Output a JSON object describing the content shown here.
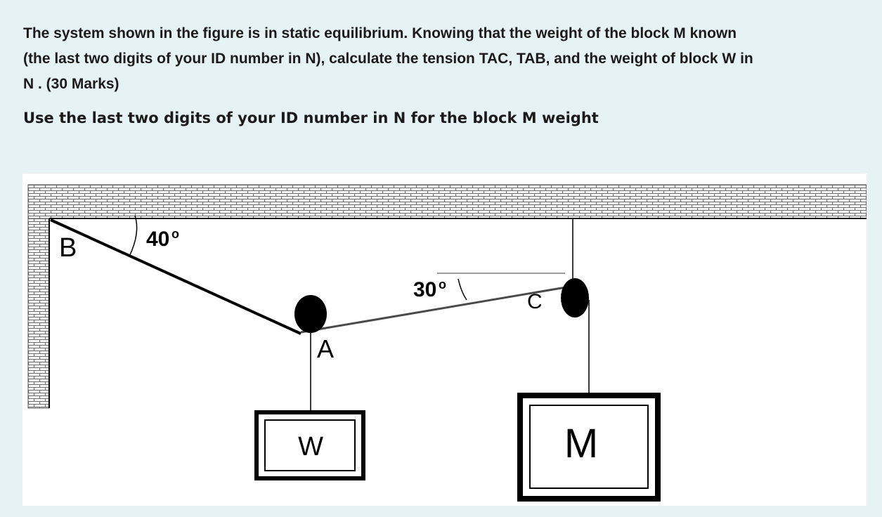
{
  "question": {
    "line1": "The system shown in the figure is in static equilibrium.  Knowing that the weight of the block M known",
    "line2": "(the last two digits of your ID number in N), calculate the tension TAC, TAB, and the weight of block W in",
    "line3": "N .  (30 Marks)"
  },
  "instruction": "Use the last two digits of your ID number in N for the block M weight",
  "figure": {
    "angle_B": "40",
    "angle_C": "30",
    "degree_mark": "o",
    "label_B": "B",
    "label_A": "A",
    "label_C": "C",
    "block_W": "W",
    "block_M": "M"
  }
}
